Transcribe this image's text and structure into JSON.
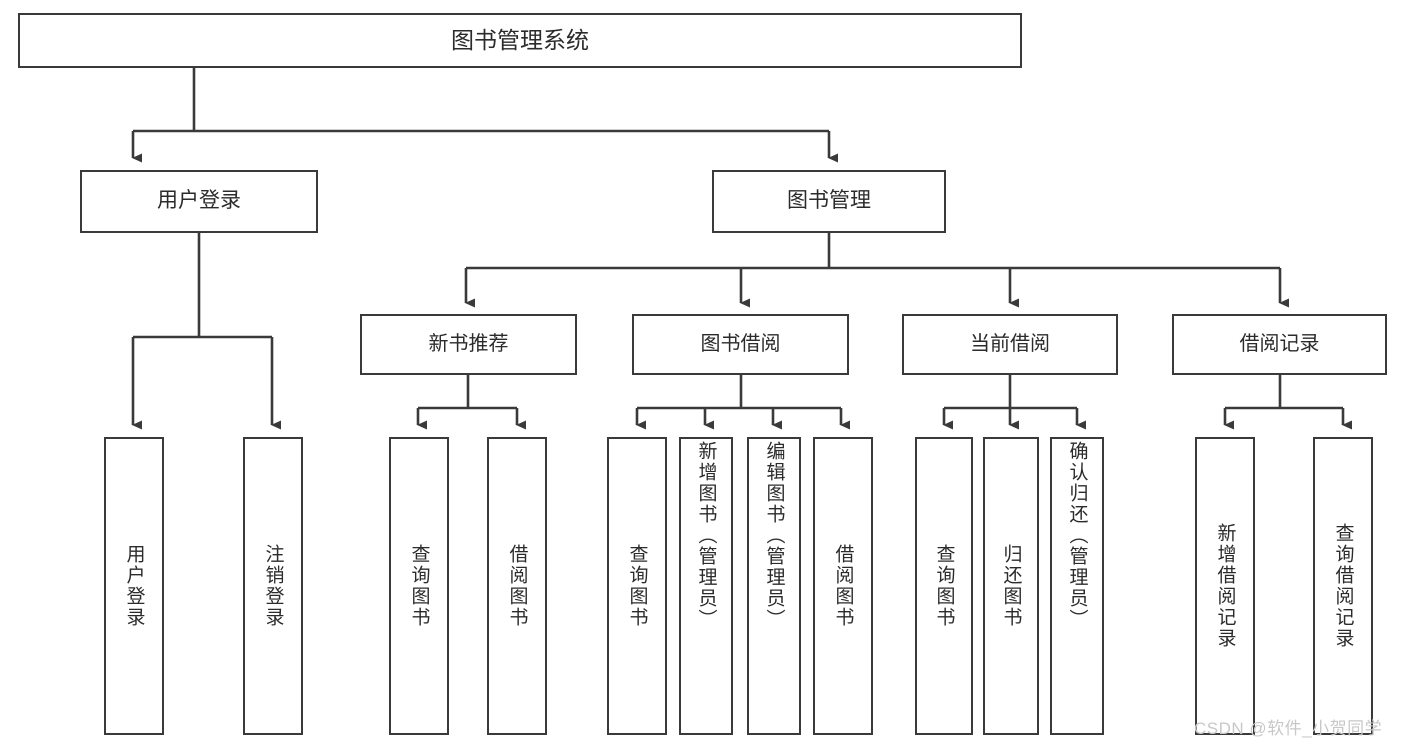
{
  "diagram": {
    "title": "图书管理系统",
    "type": "tree-hierarchy",
    "root": {
      "label": "图书管理系统"
    },
    "level1": [
      {
        "label": "用户登录"
      },
      {
        "label": "图书管理"
      }
    ],
    "level2": [
      {
        "label": "新书推荐"
      },
      {
        "label": "图书借阅"
      },
      {
        "label": "当前借阅"
      },
      {
        "label": "借阅记录"
      }
    ],
    "leaves": {
      "user_login": [
        {
          "label": "用户登录"
        },
        {
          "label": "注销登录"
        }
      ],
      "new_book_recommend": [
        {
          "label": "查询图书"
        },
        {
          "label": "借阅图书"
        }
      ],
      "book_borrow": [
        {
          "label": "查询图书"
        },
        {
          "label": "新增图书（管理员）"
        },
        {
          "label": "编辑图书（管理员）"
        },
        {
          "label": "借阅图书"
        }
      ],
      "current_borrow": [
        {
          "label": "查询图书"
        },
        {
          "label": "归还图书"
        },
        {
          "label": "确认归还（管理员）"
        }
      ],
      "borrow_record": [
        {
          "label": "新增借阅记录"
        },
        {
          "label": "查询借阅记录"
        }
      ]
    }
  },
  "watermark": {
    "text": "CSDN @软件_小贺同学"
  },
  "colors": {
    "stroke": "#3a3a3a",
    "text": "#2b2b2b",
    "background": "#ffffff",
    "watermark": "#c8c8c8"
  }
}
